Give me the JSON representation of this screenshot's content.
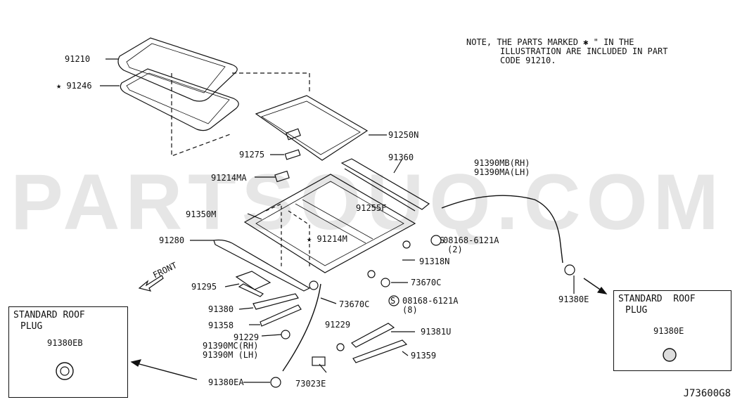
{
  "watermark": "PARTSOUQ.COM",
  "note": {
    "line1": "NOTE, THE PARTS MARKED ✱ \" IN THE",
    "line2": "ILLUSTRATION ARE INCLUDED IN PART",
    "line3": "CODE 91210."
  },
  "plug_box_left": {
    "title1": "STANDARD ROOF",
    "title2": "PLUG",
    "code": "91380EB"
  },
  "plug_box_right": {
    "title1": "STANDARD  ROOF",
    "title2": "PLUG",
    "code": "91380E"
  },
  "front_label": "FRONT",
  "diagram_code": "J73600G8",
  "labels": {
    "p91210": "91210",
    "p91246": "★ 91246",
    "p91250N": "91250N",
    "p91275": "91275",
    "p91360": "91360",
    "p91214MA": "91214MA",
    "p91390MB": "91390MB(RH)",
    "p91390MA": "91390MA(LH)",
    "p91255F": "91255F",
    "p91350M": "91350M",
    "p91214M": "★ 91214M",
    "p91280": "91280",
    "p08168a": "08168-6121A",
    "p08168a_qty": "(2)",
    "p91318N": "91318N",
    "p73670C_r": "73670C",
    "p91295": "91295",
    "p73670C": "73670C",
    "p08168b": "08168-6121A",
    "p08168b_qty": "(8)",
    "p91380E_m": "91380E",
    "p91380": "91380",
    "p91358": "91358",
    "p91229_a": "91229",
    "p91229_b": "91229",
    "p91381U": "91381U",
    "p91390MC": "91390MC(RH)",
    "p91390M": "91390M  (LH)",
    "p91359": "91359",
    "p91380EA": "91380EA",
    "p73023E": "73023E"
  }
}
